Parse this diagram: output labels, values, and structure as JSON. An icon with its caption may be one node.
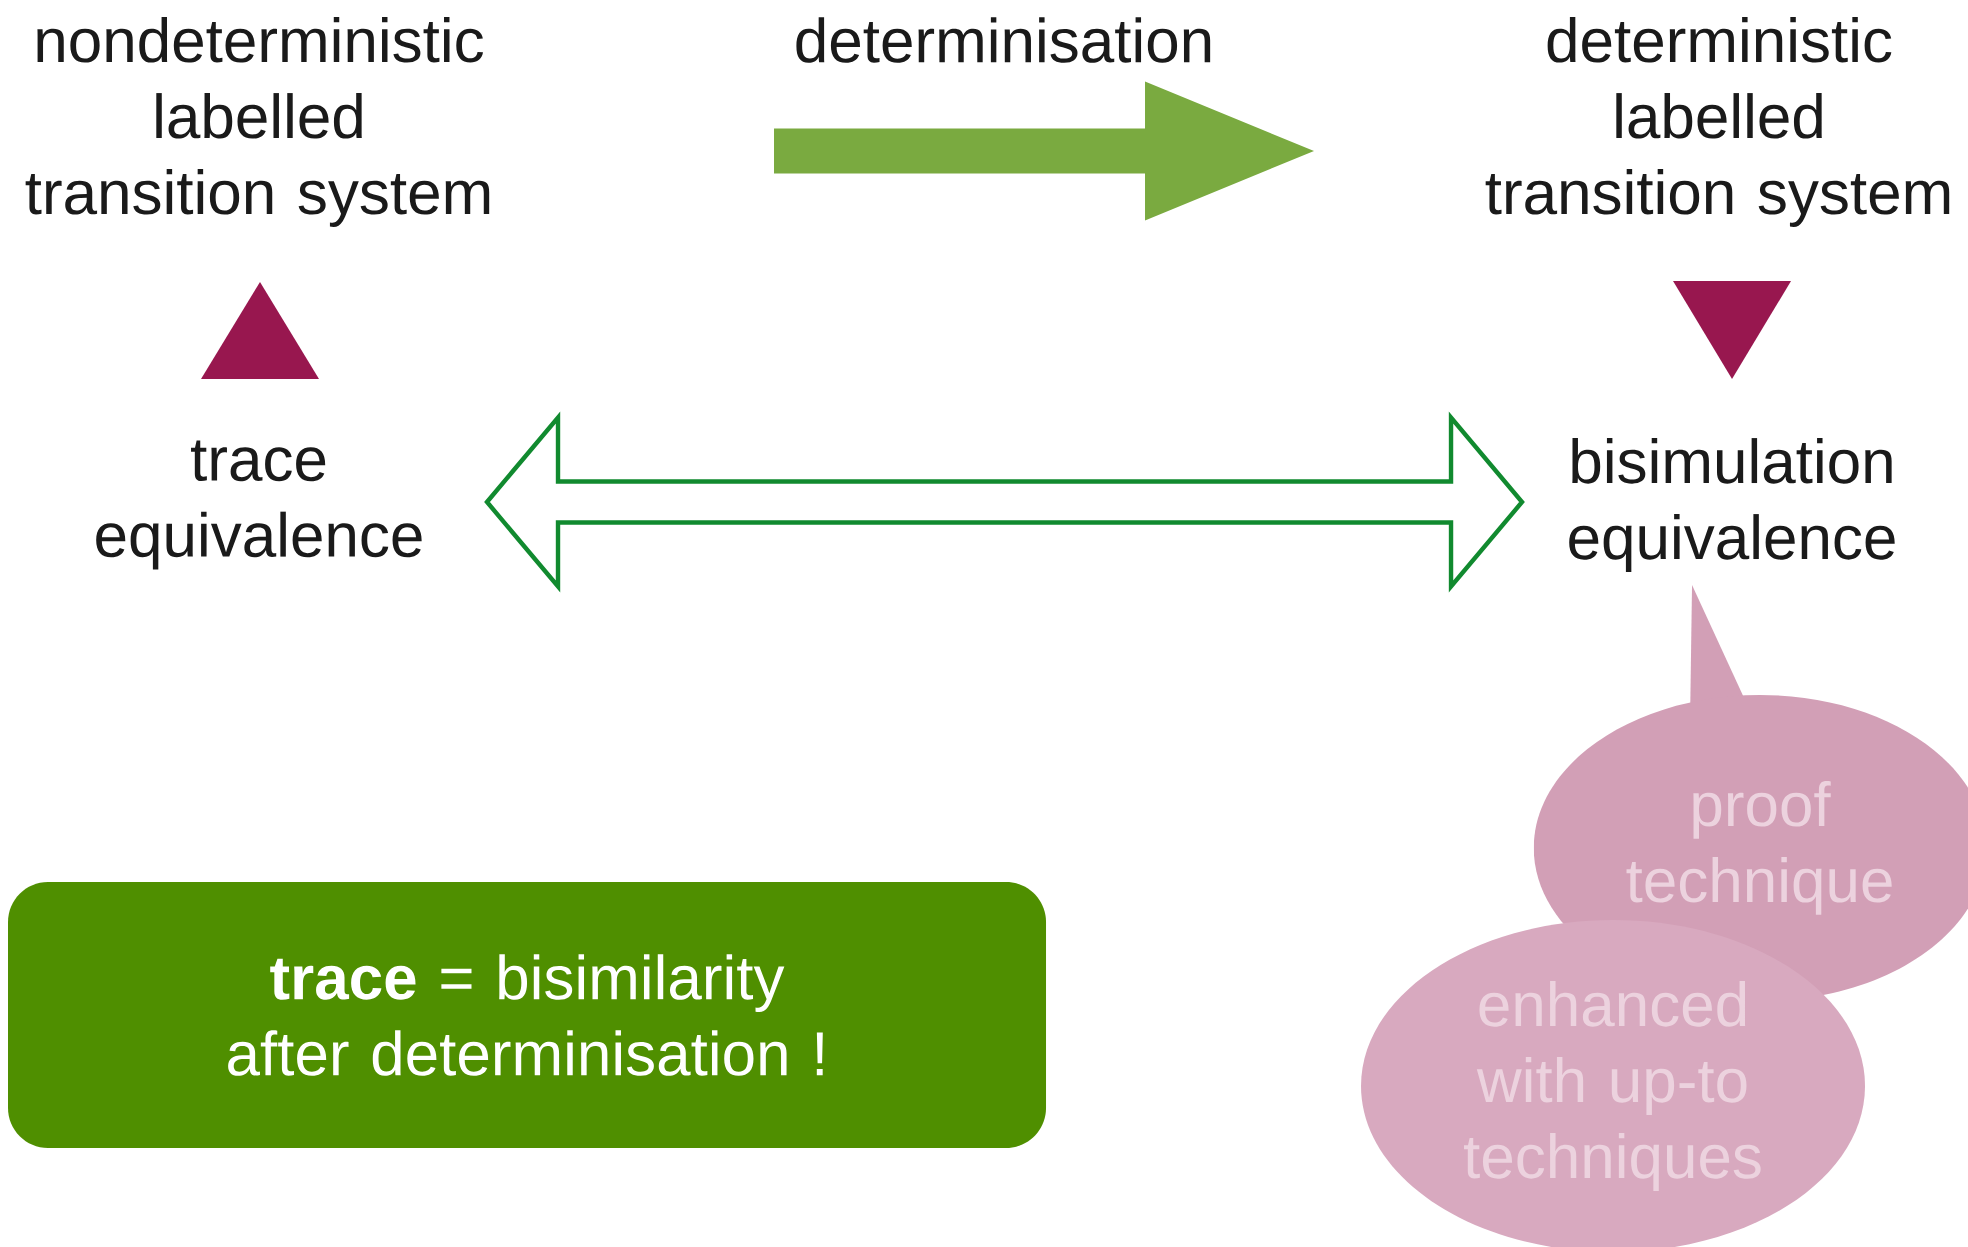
{
  "diagram": {
    "nodes": [
      {
        "text": [
          "nondeterministic labelled transition system"
        ]
      },
      {
        "text": [
          "deterministic labelled transition system"
        ]
      },
      {
        "text": [
          "trace equivalence"
        ]
      },
      {
        "text": [
          "bisimulation equivalence"
        ]
      },
      {
        "text": [
          "**trace** = bisimilarity after determinisation !"
        ]
      },
      {
        "text": [
          "proof technique"
        ]
      },
      {
        "text": [
          "enhanced with up-to techniques"
        ]
      }
    ],
    "edges": [
      {
        "from": 0,
        "to": 1,
        "arrow": "to",
        "label": "determinisation",
        "style": "thick",
        "color": "#7aaa40"
      },
      {
        "from": 2,
        "to": 0,
        "arrow": "to",
        "color": "#98174f"
      },
      {
        "from": 1,
        "to": 3,
        "arrow": "to",
        "color": "#98174f"
      },
      {
        "from": 2,
        "to": 3,
        "arrow": "both",
        "color": "#118a2f"
      }
    ]
  }
}
